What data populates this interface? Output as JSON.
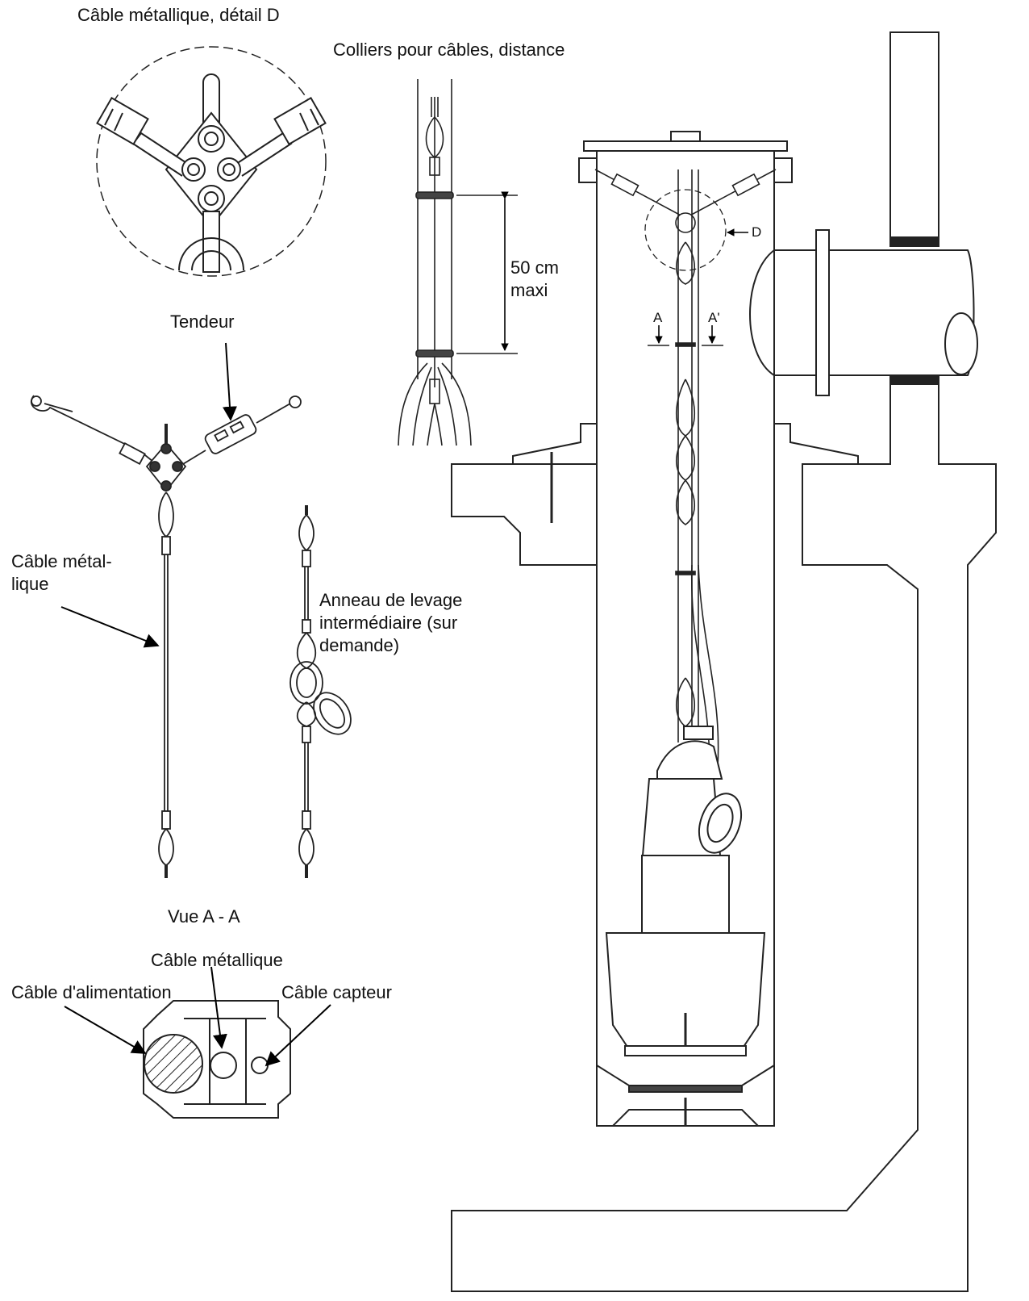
{
  "labels": {
    "detail_d_title": "Câble métallique, détail D",
    "collars_title": "Colliers pour câbles, distance",
    "distance_line1": "50 cm",
    "distance_line2": "maxi",
    "tensioner": "Tendeur",
    "wire_rope_line1": "Câble métal-",
    "wire_rope_line2": "lique",
    "lifting_ring_line1": "Anneau de levage",
    "lifting_ring_line2": "intermédiaire (sur",
    "lifting_ring_line3": "demande)",
    "view_aa": "Vue A - A",
    "wire_rope_section": "Câble métallique",
    "power_cable": "Câble d'alimentation",
    "sensor_cable": "Câble capteur",
    "marker_d": "D",
    "marker_a": "A",
    "marker_a_prime": "A'"
  }
}
